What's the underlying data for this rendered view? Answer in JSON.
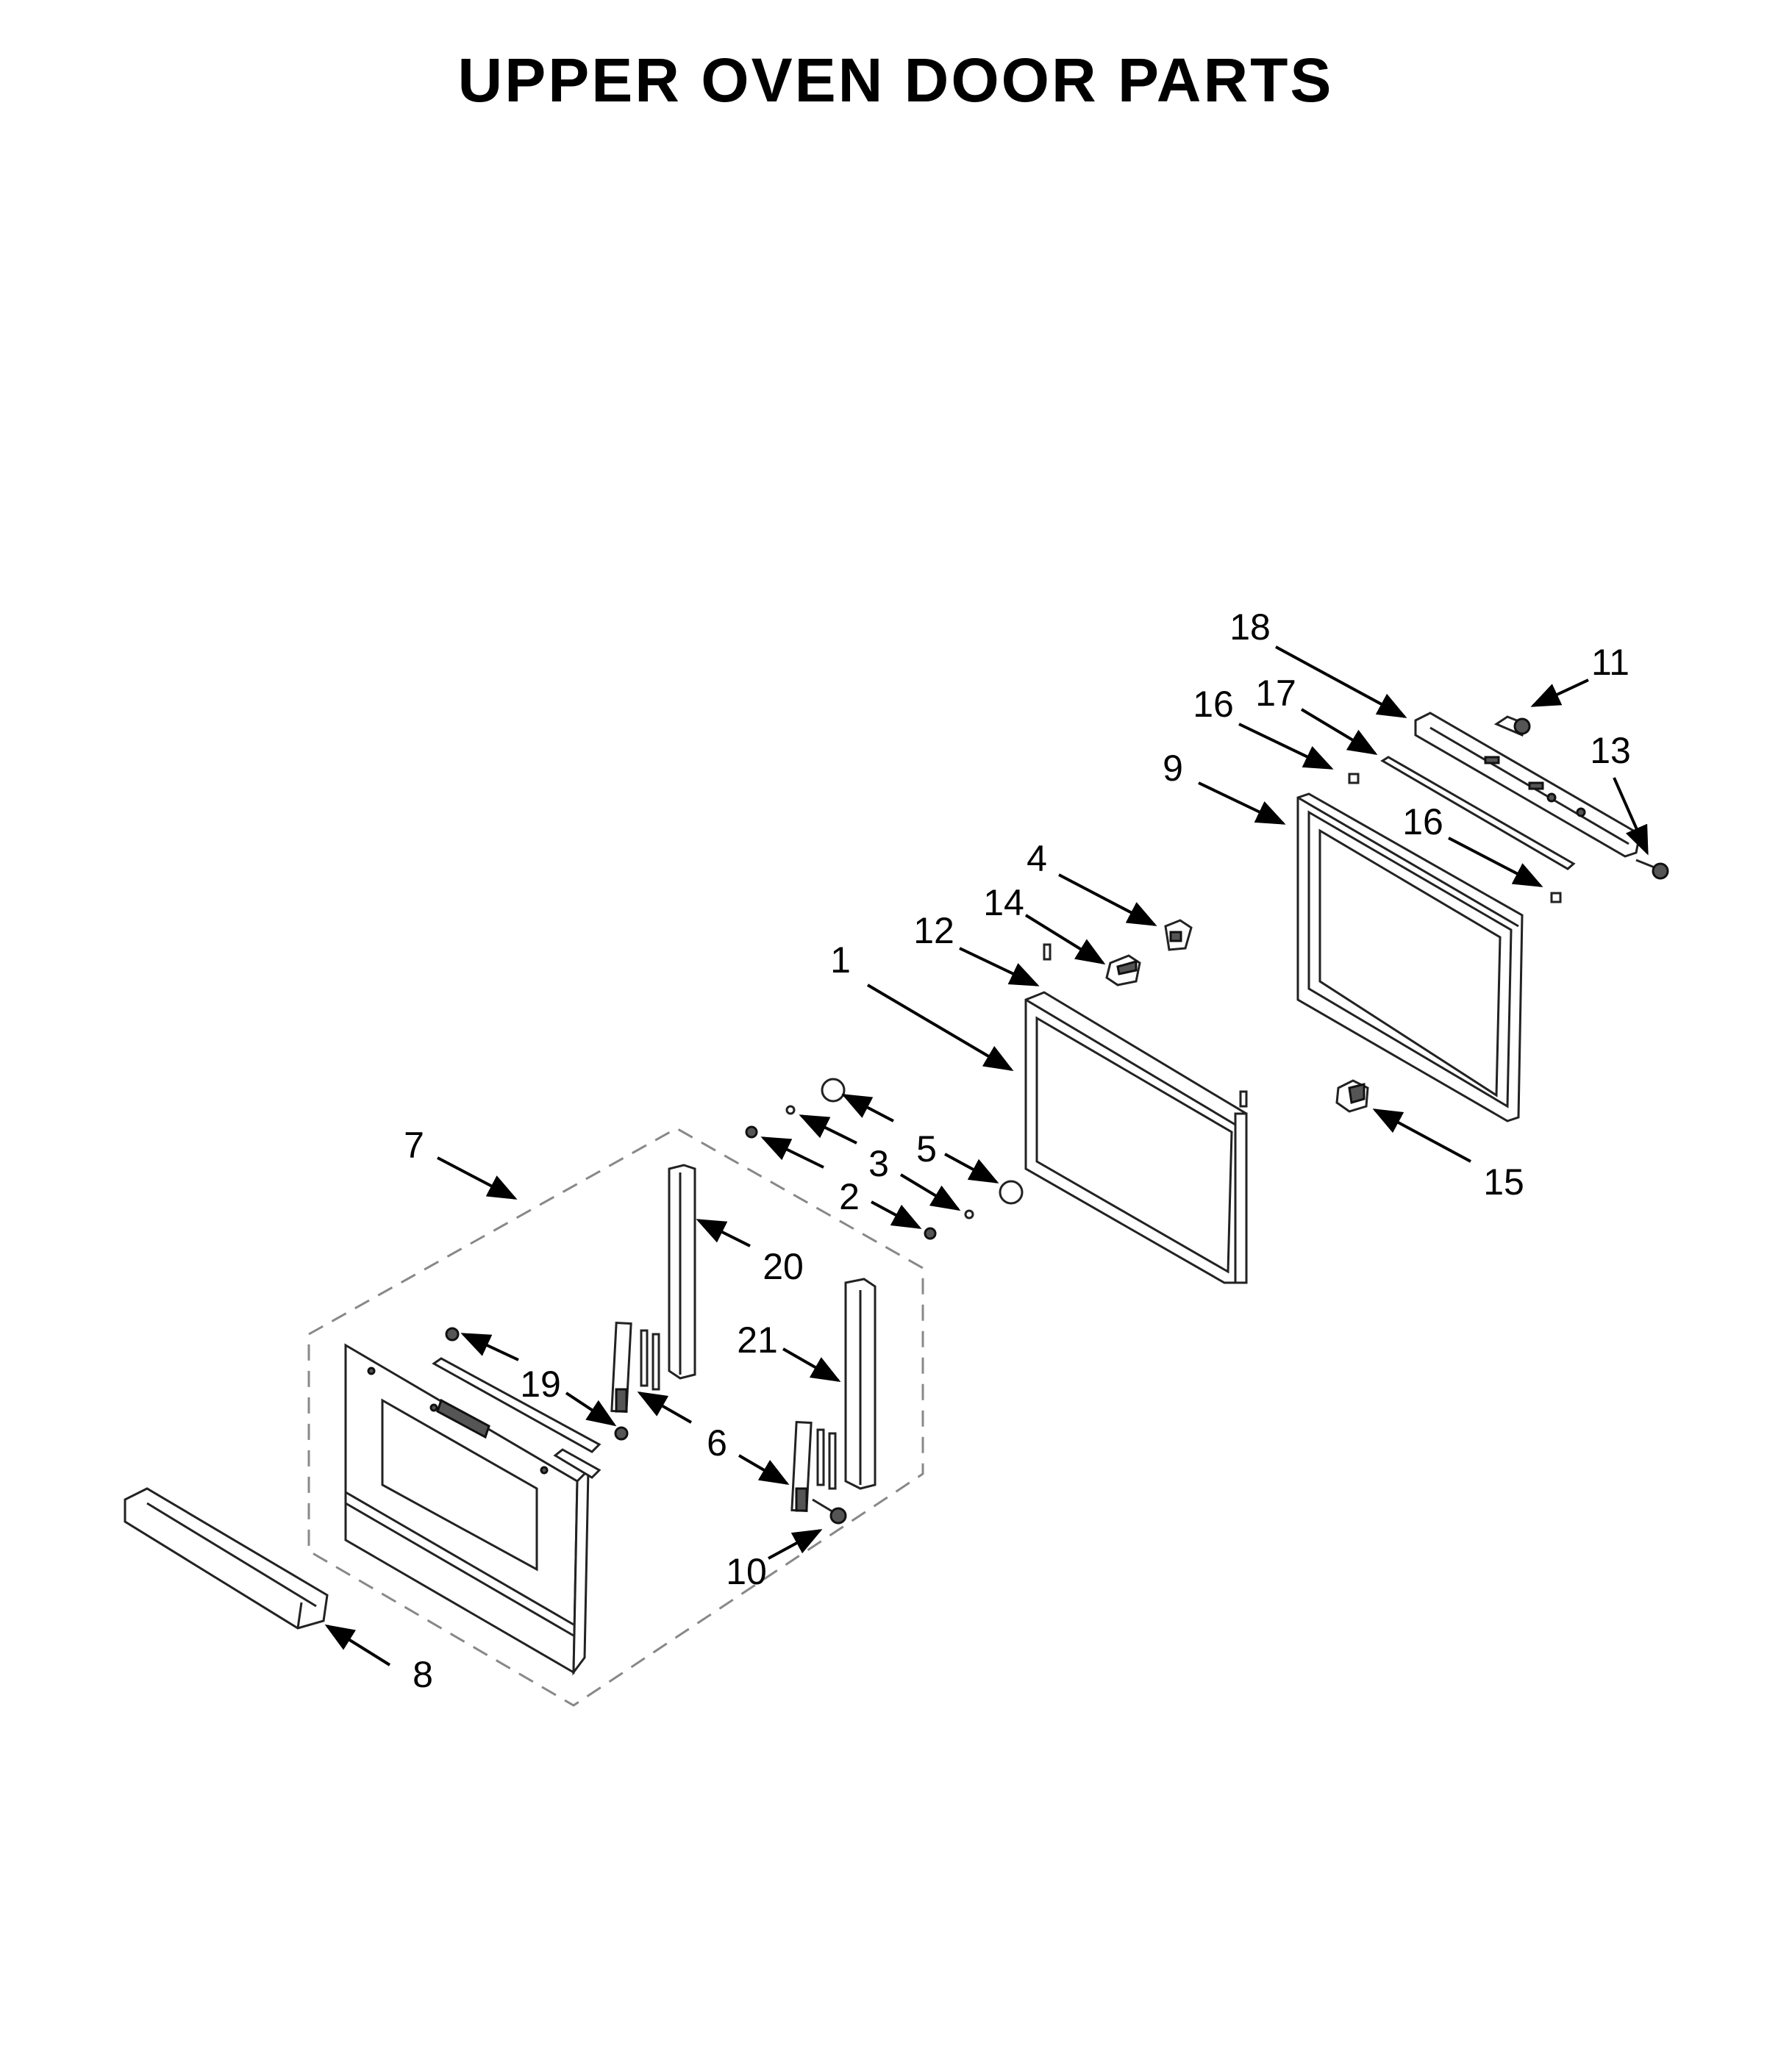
{
  "title": "UPPER OVEN DOOR PARTS",
  "callouts": {
    "c1": "1",
    "c2": "2",
    "c3": "3",
    "c4": "4",
    "c5": "5",
    "c6": "6",
    "c7": "7",
    "c8": "8",
    "c9": "9",
    "c10": "10",
    "c11": "11",
    "c12": "12",
    "c13": "13",
    "c14": "14",
    "c15": "15",
    "c16a": "16",
    "c16b": "16",
    "c17": "17",
    "c18": "18",
    "c19": "19",
    "c20": "20",
    "c21": "21"
  },
  "colors": {
    "ink": "#000000",
    "dashed_outline": "#888888",
    "background": "#ffffff"
  }
}
